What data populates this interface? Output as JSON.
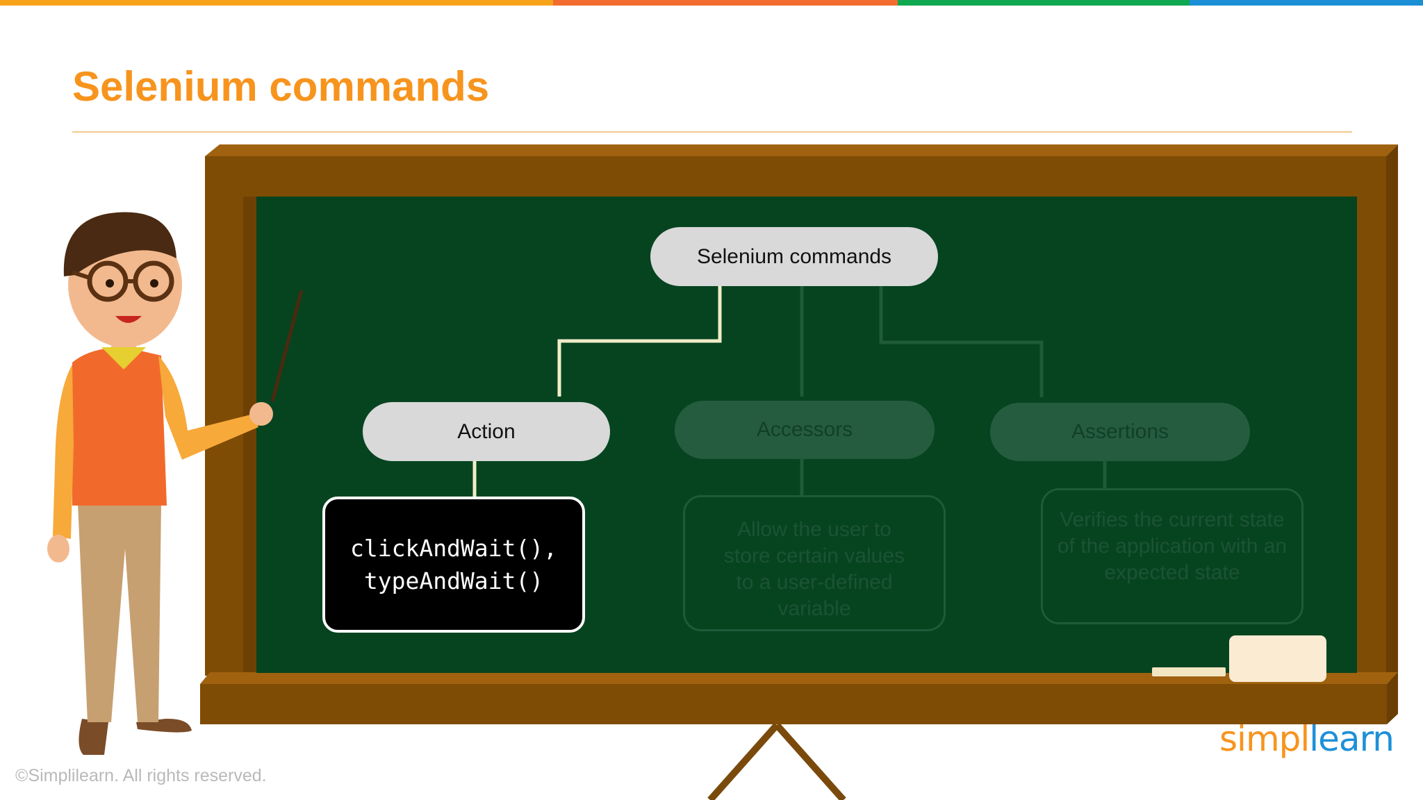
{
  "slide": {
    "title": "Selenium commands",
    "copyright": "©Simplilearn. All rights reserved.",
    "logo": {
      "part1": "simpl",
      "part2": "learn"
    },
    "top_bar_colors": [
      "#f7a21b",
      "#f26c2f",
      "#0fa74f",
      "#1b8fd6"
    ]
  },
  "diagram": {
    "root": "Selenium commands",
    "branches": [
      {
        "label": "Action",
        "detail_lines": [
          "clickAndWait(),",
          "typeAndWait()"
        ],
        "active": true
      },
      {
        "label": "Accessors",
        "detail_lines": [
          "Allow the user to",
          "store certain values",
          "to a user-defined",
          "variable"
        ],
        "active": false
      },
      {
        "label": "Assertions",
        "detail_lines": [
          "Verifies the current state",
          "of the application with an",
          "expected state"
        ],
        "active": false
      }
    ]
  }
}
